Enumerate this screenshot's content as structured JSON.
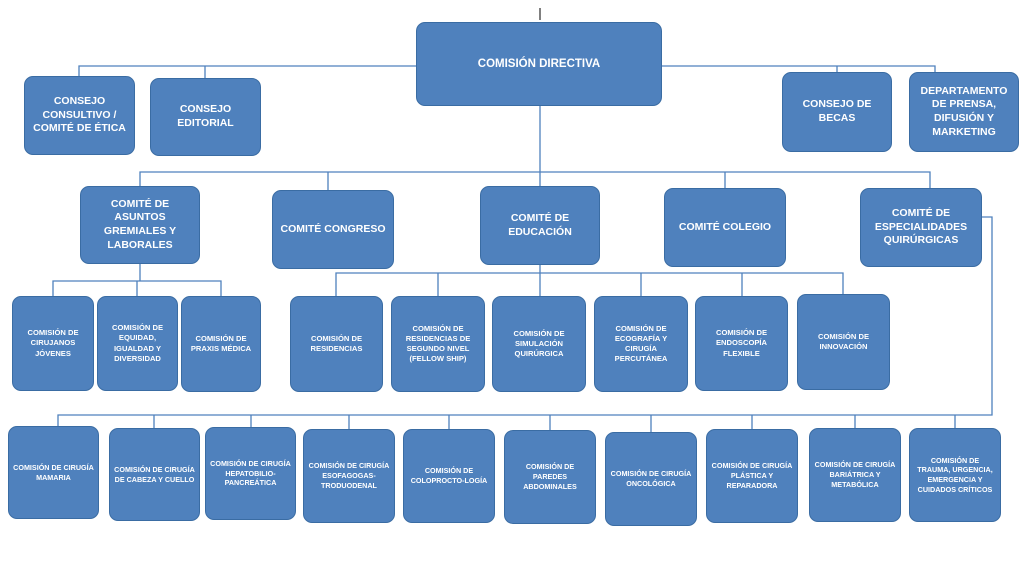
{
  "top": {
    "directiva": "COMISIÓN DIRECTIVA",
    "consultivo": "CONSEJO CONSULTIVO / COMITÉ DE ÉTICA",
    "editorial": "CONSEJO EDITORIAL",
    "becas": "CONSEJO DE BECAS",
    "prensa": "DEPARTAMENTO DE PRENSA, DIFUSIÓN Y MARKETING"
  },
  "comites": {
    "gremiales": "COMITÉ DE ASUNTOS GREMIALES Y LABORALES",
    "congreso": "COMITÉ CONGRESO",
    "educacion": "COMITÉ DE EDUCACIÓN",
    "colegio": "COMITÉ COLEGIO",
    "especialidades": "COMITÉ DE ESPECIALIDADES QUIRÚRGICAS"
  },
  "gremiales_sub": [
    "COMISIÓN DE CIRUJANOS JÓVENES",
    "COMISIÓN DE EQUIDAD, IGUALDAD Y DIVERSIDAD",
    "COMISIÓN DE PRAXIS MÉDICA"
  ],
  "educacion_sub": [
    "COMISIÓN DE RESIDENCIAS",
    "COMISIÓN DE RESIDENCIAS DE SEGUNDO NIVEL (FELLOW SHIP)",
    "COMISIÓN DE SIMULACIÓN QUIRÚRGICA",
    "COMISIÓN DE ECOGRAFÍA Y CIRUGÍA PERCUTÁNEA",
    "COMISIÓN DE ENDOSCOPÍA FLEXIBLE",
    "COMISIÓN DE INNOVACIÓN"
  ],
  "especialidades_sub": [
    "COMISIÓN DE CIRUGÍA MAMARIA",
    "COMISIÓN DE CIRUGÍA DE CABEZA Y CUELLO",
    "COMISIÓN DE CIRUGÍA HEPATOBILIO-PANCREÁTICA",
    "COMISIÓN DE CIRUGÍA ESOFAGOGAS-TRODUODENAL",
    "COMISIÓN DE COLOPROCTO-LOGÍA",
    "COMISIÓN DE PAREDES ABDOMINALES",
    "COMISIÓN DE CIRUGÍA ONCOLÓGICA",
    "COMISIÓN DE CIRUGÍA PLÁSTICA Y REPARADORA",
    "COMISIÓN DE CIRUGÍA BARIÁTRICA Y METABÓLICA",
    "COMISIÓN DE TRAUMA, URGENCIA, EMERGENCIA Y CUIDADOS CRÍTICOS"
  ],
  "colors": {
    "box_fill": "#4f81bd",
    "box_border": "#3a6ca3",
    "line": "#4f81bd",
    "text": "#ffffff"
  }
}
